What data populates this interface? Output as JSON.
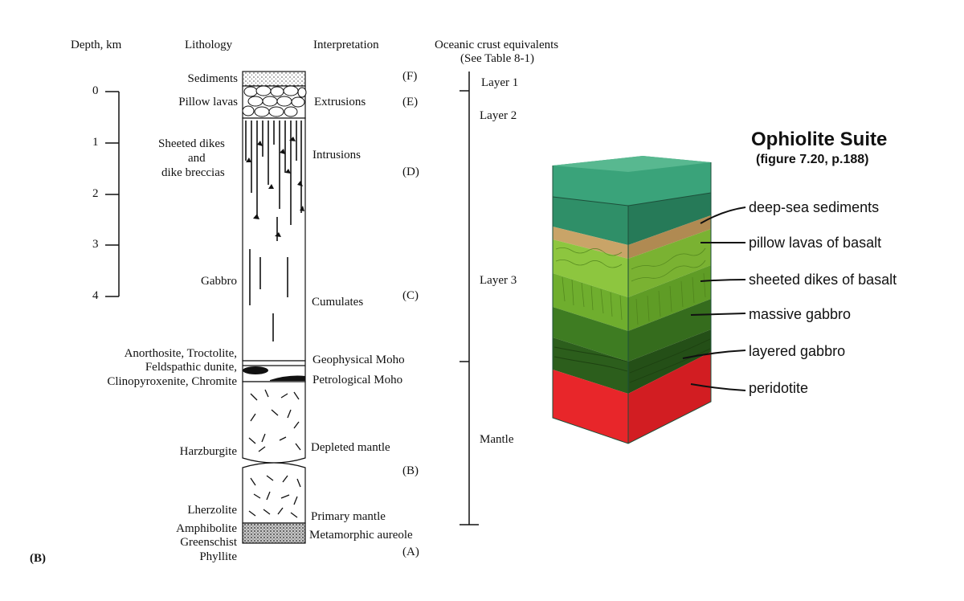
{
  "headers": {
    "depth": "Depth, km",
    "lithology": "Lithology",
    "interpretation": "Interpretation",
    "oceanic_line1": "Oceanic crust equivalents",
    "oceanic_line2": "(See Table 8-1)"
  },
  "depth_ticks": [
    "0",
    "1",
    "2",
    "3",
    "4"
  ],
  "lithology_labels": {
    "sediments": "Sediments",
    "pillow_lavas": "Pillow lavas",
    "sheeted_1": "Sheeted dikes",
    "sheeted_2": "and",
    "sheeted_3": "dike breccias",
    "gabbro": "Gabbro",
    "anorthosite": "Anorthosite, Troctolite,",
    "feldspathic": "Feldspathic dunite,",
    "clinopyroxenite": "Clinopyroxenite, Chromite",
    "harzburgite": "Harzburgite",
    "lherzolite": "Lherzolite",
    "amphibolite": "Amphibolite",
    "greenschist": "Greenschist",
    "phyllite": "Phyllite"
  },
  "interpretation_labels": {
    "extrusions": "Extrusions",
    "intrusions": "Intrusions",
    "cumulates": "Cumulates",
    "geophysical_moho": "Geophysical Moho",
    "petrological_moho": "Petrological Moho",
    "depleted_mantle": "Depleted mantle",
    "primary_mantle": "Primary mantle",
    "metamorphic_aureole": "Metamorphic aureole"
  },
  "markers": {
    "F": "(F)",
    "E": "(E)",
    "D": "(D)",
    "C": "(C)",
    "B": "(B)",
    "A": "(A)"
  },
  "figure_label": "(B)",
  "oceanic_layers": {
    "layer1": "Layer 1",
    "layer2": "Layer 2",
    "layer3": "Layer 3",
    "mantle": "Mantle"
  },
  "block": {
    "title": "Ophiolite Suite",
    "subtitle": "(figure 7.20, p.188)",
    "layers": [
      "deep-sea sediments",
      "pillow lavas of basalt",
      "sheeted dikes of basalt",
      "massive gabbro",
      "layered gabbro",
      "peridotite"
    ],
    "colors": {
      "water": "#2f9a6e",
      "sediment": "#c9a468",
      "pillow": "#8dc63f",
      "dikes": "#6fae2e",
      "massive_gabbro": "#3e7c22",
      "layered_gabbro": "#2c5e1c",
      "peridotite": "#e8262a"
    }
  }
}
